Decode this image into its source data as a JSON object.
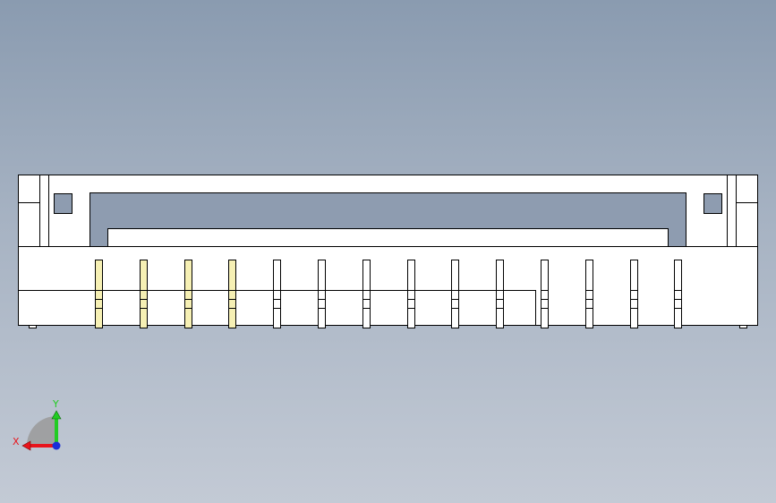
{
  "viewport": {
    "background_top": "#8a9bb0",
    "background_bottom": "#c3cad5"
  },
  "model": {
    "name": "connector-front-view",
    "pin_count": 14,
    "highlighted_pins": [
      0,
      1,
      2,
      3
    ],
    "colors": {
      "body_fill": "#ffffff",
      "edge": "#000000",
      "window_fill": "#8e9cb0",
      "pin_fill": "#ffffff",
      "pin_highlight": "#f6f0b4"
    }
  },
  "triad": {
    "x_label": "X",
    "y_label": "Y",
    "x_color": "#e8141b",
    "y_color": "#22cc22",
    "z_color": "#1a2ed8",
    "icon": "coordinate-triad-icon"
  }
}
